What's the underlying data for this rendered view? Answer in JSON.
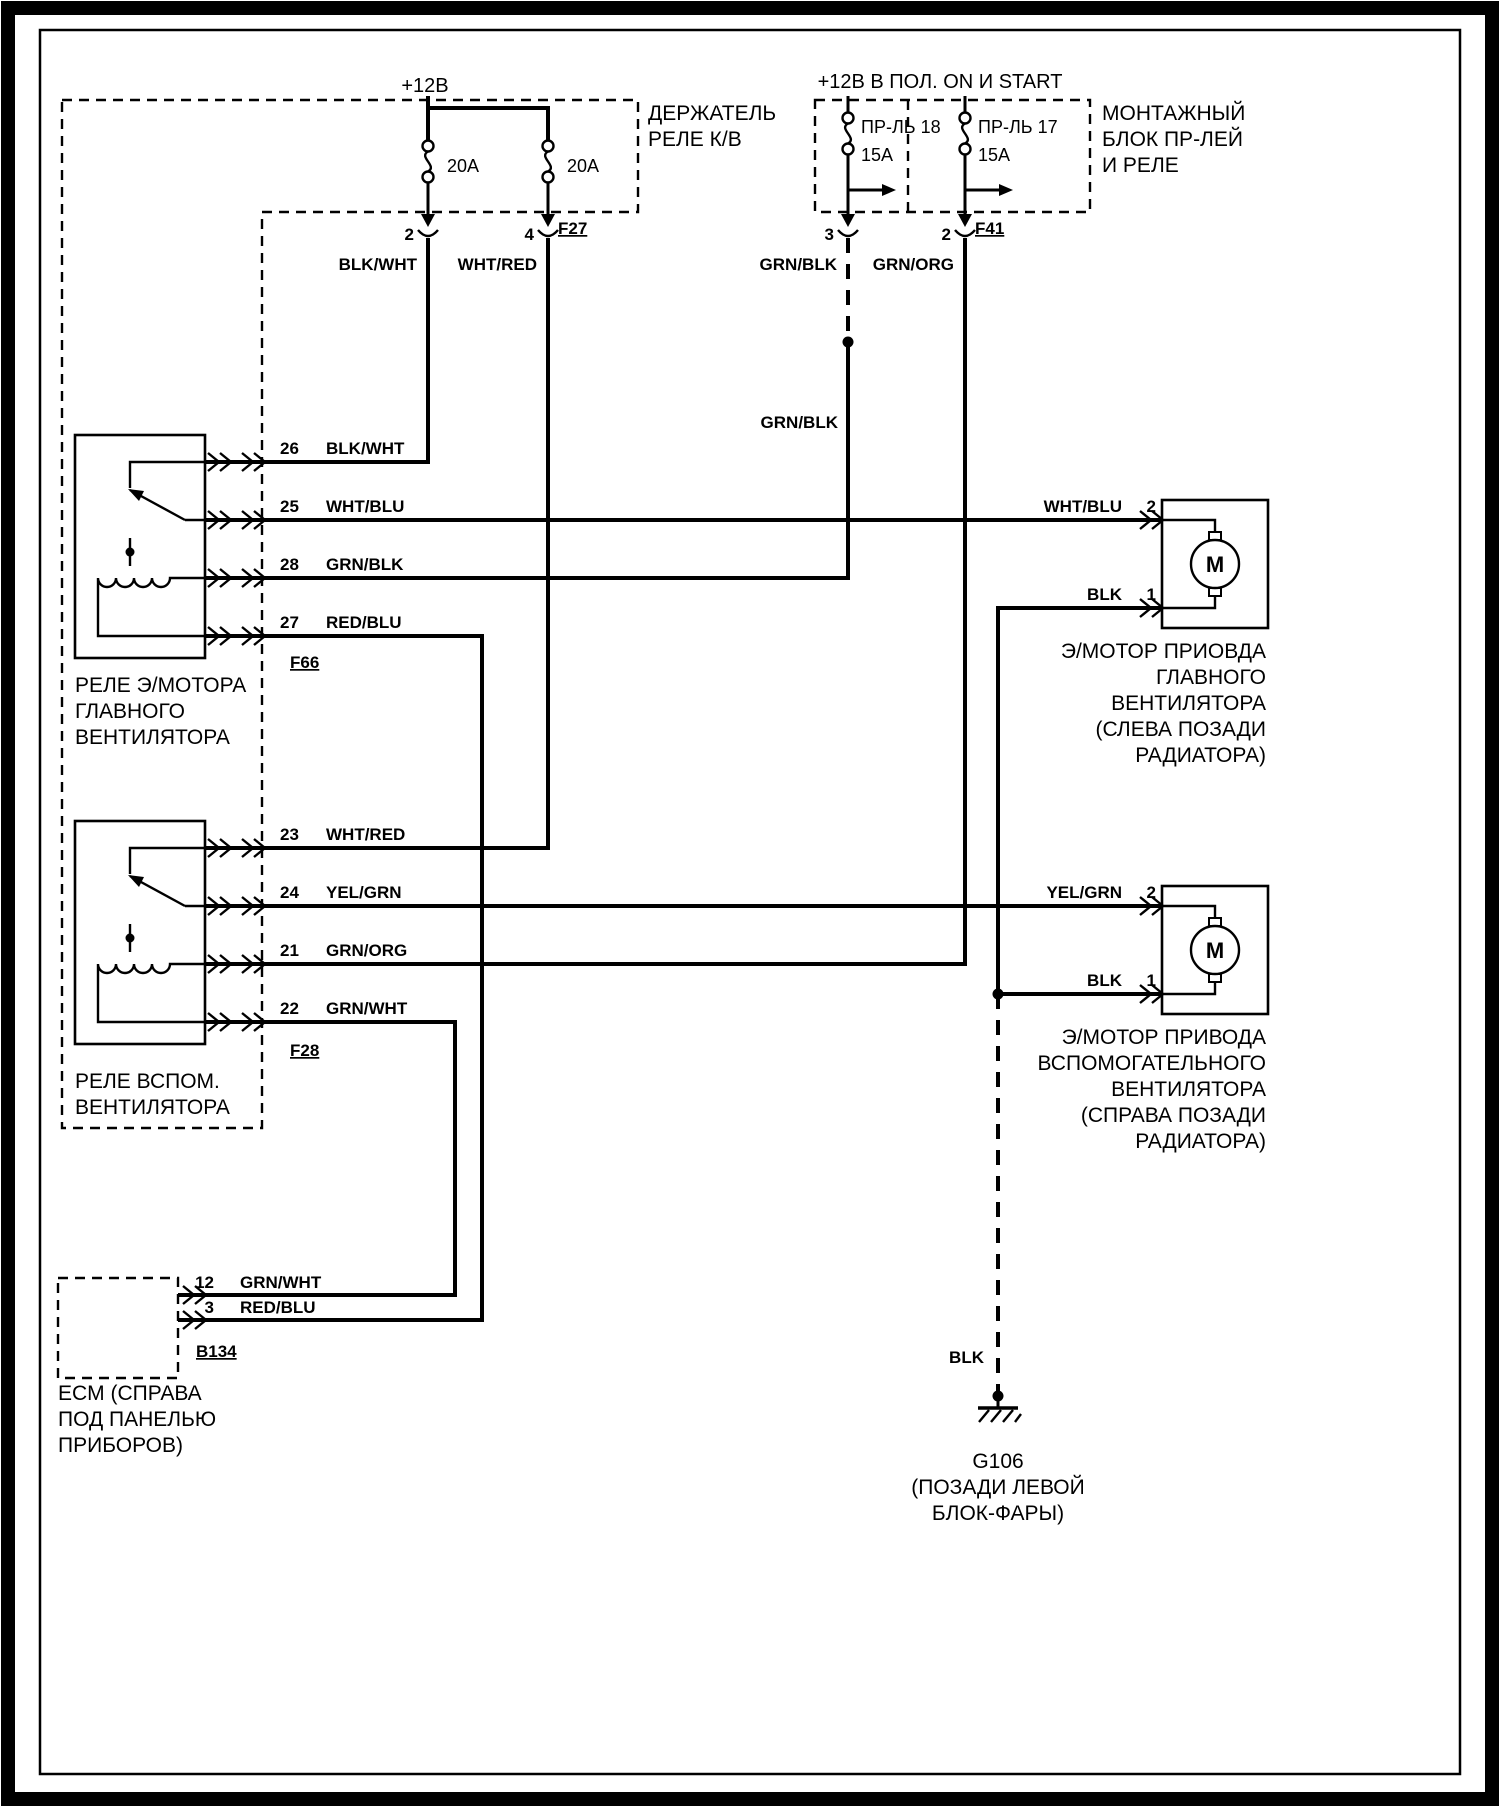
{
  "colors": {
    "ink": "#000000",
    "paper": "#ffffff"
  },
  "power": {
    "left": "+12В",
    "right": "+12В В ПОЛ. ON И START"
  },
  "relay_holder_box": {
    "name_lines": [
      "ДЕРЖАТЕЛЬ",
      "РЕЛЕ К/В"
    ],
    "fuses": [
      "20A",
      "20A"
    ],
    "pins": [
      "2",
      "4"
    ],
    "connector": "F27",
    "wires": [
      "BLK/WHT",
      "WHT/RED"
    ]
  },
  "fuse_relay_box": {
    "name_lines": [
      "МОНТАЖНЫЙ",
      "БЛОК ПР-ЛЕЙ",
      "И РЕЛЕ"
    ],
    "fuse1_lines": [
      "ПР-ЛЬ 18",
      "15А"
    ],
    "fuse2_lines": [
      "ПР-ЛЬ 17",
      "15А"
    ],
    "pins": [
      "3",
      "2"
    ],
    "connector": "F41",
    "wires": [
      "GRN/BLK",
      "GRN/ORG"
    ],
    "wire_mid_label": "GRN/BLK"
  },
  "main_fan_relay": {
    "name_lines": [
      "РЕЛЕ Э/МОТОРА",
      "ГЛАВНОГО",
      "ВЕНТИЛЯТОРА"
    ],
    "connector": "F66",
    "pins": [
      {
        "num": "26",
        "wire": "BLK/WHT"
      },
      {
        "num": "25",
        "wire": "WHT/BLU"
      },
      {
        "num": "28",
        "wire": "GRN/BLK"
      },
      {
        "num": "27",
        "wire": "RED/BLU"
      }
    ]
  },
  "aux_fan_relay": {
    "name_lines": [
      "РЕЛЕ ВСПОМ.",
      "ВЕНТИЛЯТОРА"
    ],
    "connector": "F28",
    "pins": [
      {
        "num": "23",
        "wire": "WHT/RED"
      },
      {
        "num": "24",
        "wire": "YEL/GRN"
      },
      {
        "num": "21",
        "wire": "GRN/ORG"
      },
      {
        "num": "22",
        "wire": "GRN/WHT"
      }
    ]
  },
  "main_fan_motor": {
    "symbol": "M",
    "name_lines": [
      "Э/МОТОР ПРИОВДА",
      "ГЛАВНОГО",
      "ВЕНТИЛЯТОРА",
      "(СЛЕВА ПОЗАДИ",
      "РАДИАТОРА)"
    ],
    "pins": [
      {
        "num": "2",
        "wire": "WHT/BLU"
      },
      {
        "num": "1",
        "wire": "BLK"
      }
    ]
  },
  "aux_fan_motor": {
    "symbol": "M",
    "name_lines": [
      "Э/МОТОР ПРИВОДА",
      "ВСПОМОГАТЕЛЬНОГО",
      "ВЕНТИЛЯТОРА",
      "(СПРАВА ПОЗАДИ",
      "РАДИАТОРА)"
    ],
    "pins": [
      {
        "num": "2",
        "wire": "YEL/GRN"
      },
      {
        "num": "1",
        "wire": "BLK"
      }
    ]
  },
  "ecm": {
    "name_lines": [
      "ECM (СПРАВА",
      "ПОД ПАНЕЛЬЮ",
      "ПРИБОРОВ)"
    ],
    "connector": "B134",
    "pins": [
      {
        "num": "12",
        "wire": "GRN/WHT"
      },
      {
        "num": "3",
        "wire": "RED/BLU"
      }
    ]
  },
  "ground": {
    "wire": "BLK",
    "name": "G106",
    "location_lines": [
      "(ПОЗАДИ ЛЕВОЙ",
      "БЛОК-ФАРЫ)"
    ]
  }
}
